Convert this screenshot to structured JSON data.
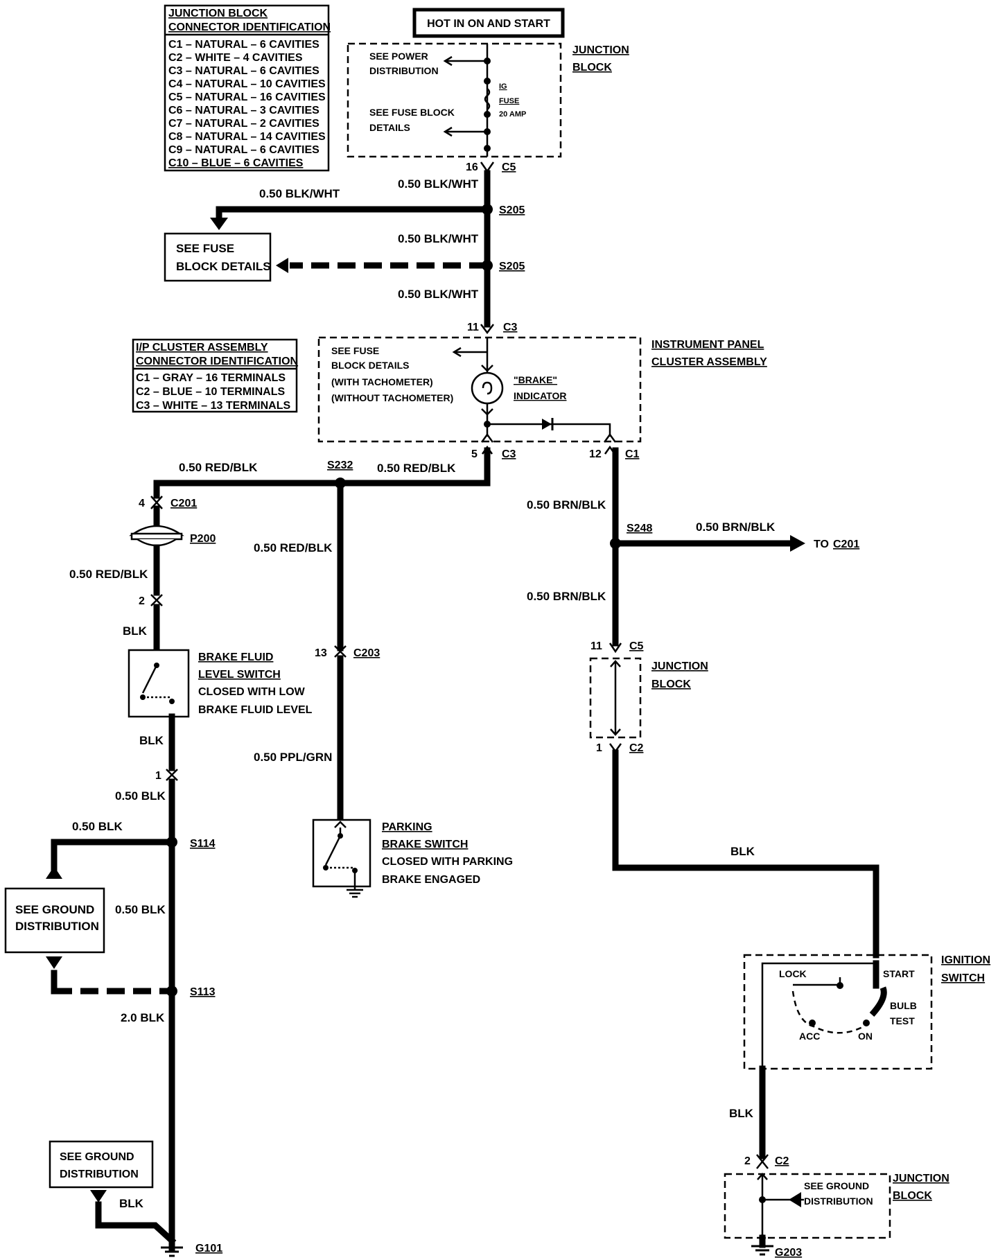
{
  "hot_box": "HOT IN ON AND START",
  "jb_table": {
    "title1": "JUNCTION BLOCK",
    "title2": "CONNECTOR IDENTIFICATION",
    "rows": [
      "C1 – NATURAL – 6 CAVITIES",
      "C2 – WHITE – 4 CAVITIES",
      "C3 – NATURAL – 6 CAVITIES",
      "C4 – NATURAL – 10 CAVITIES",
      "C5 – NATURAL – 16 CAVITIES",
      "C6 – NATURAL – 3 CAVITIES",
      "C7 – NATURAL – 2 CAVITIES",
      "C8 – NATURAL – 14 CAVITIES",
      "C9 – NATURAL – 6 CAVITIES",
      "C10 – BLUE – 6 CAVITIES"
    ]
  },
  "ip_table": {
    "title1": "I/P CLUSTER ASSEMBLY",
    "title2": "CONNECTOR IDENTIFICATION",
    "rows": [
      "C1 – GRAY – 16 TERMINALS",
      "C2 – BLUE – 10 TERMINALS",
      "C3 – WHITE – 13 TERMINALS"
    ]
  },
  "junction_top": {
    "power_1": "SEE POWER",
    "power_2": "DISTRIBUTION",
    "fuseblock_1": "SEE FUSE BLOCK",
    "fuseblock_2": "DETAILS",
    "fuse_1": "IG",
    "fuse_2": "FUSE",
    "fuse_3": "20 AMP",
    "title_1": "JUNCTION",
    "title_2": "BLOCK",
    "pin": "16",
    "conn": "C5"
  },
  "wire_labels": {
    "w1": "0.50 BLK/WHT",
    "w2": "0.50 BLK/WHT",
    "w3": "0.50 BLK/WHT",
    "w4": "0.50 BLK/WHT",
    "rb1": "0.50 RED/BLK",
    "rb2": "0.50 RED/BLK",
    "rb3": "0.50 RED/BLK",
    "rb4": "0.50 RED/BLK",
    "bb1": "0.50 BRN/BLK",
    "bb2": "0.50 BRN/BLK",
    "bb3": "0.50 BRN/BLK",
    "ppl": "0.50 PPL/GRN",
    "blk1": "BLK",
    "blk2": "BLK",
    "blk3": "0.50 BLK",
    "blk4": "0.50 BLK",
    "blk5": "0.50 BLK",
    "blk6": "2.0 BLK",
    "blk7": "BLK",
    "blk8": "BLK",
    "blk9": "BLK"
  },
  "splices": {
    "s205a": "S205",
    "s205b": "S205",
    "s232": "S232",
    "s248": "S248",
    "s114": "S114",
    "s113": "S113"
  },
  "see_fuse_box": {
    "l1": "SEE FUSE",
    "l2": "BLOCK DETAILS"
  },
  "cluster": {
    "pin_top": "11",
    "conn_top": "C3",
    "fuse_1": "SEE FUSE",
    "fuse_2": "BLOCK DETAILS",
    "fuse_3": "(WITH TACHOMETER)",
    "fuse_4": "(WITHOUT TACHOMETER)",
    "ind_1": "\"BRAKE\"",
    "ind_2": "INDICATOR",
    "title_1": "INSTRUMENT PANEL",
    "title_2": "CLUSTER ASSEMBLY",
    "pin_5": "5",
    "conn_5": "C3",
    "pin_12": "12",
    "conn_12": "C1"
  },
  "connectors": {
    "c201_pin": "4",
    "c201": "C201",
    "p200": "P200",
    "p200_pin": "2",
    "c203_pin": "13",
    "c203": "C203",
    "c1_pin": "1",
    "c5_pin": "11",
    "c5": "C5",
    "c2_pin": "1",
    "c2": "C2",
    "c2b_pin": "2",
    "c2b": "C2",
    "to_label": "TO",
    "to_conn": "C201"
  },
  "brake_fluid": {
    "t1": "BRAKE FLUID",
    "t2": "LEVEL SWITCH",
    "d1": "CLOSED WITH LOW",
    "d2": "BRAKE FLUID LEVEL"
  },
  "parking": {
    "t1": "PARKING",
    "t2": "BRAKE SWITCH",
    "d1": "CLOSED WITH PARKING",
    "d2": "BRAKE ENGAGED"
  },
  "junction_mid": {
    "t1": "JUNCTION",
    "t2": "BLOCK"
  },
  "ground_dist_1": {
    "l1": "SEE GROUND",
    "l2": "DISTRIBUTION"
  },
  "ground_dist_2": {
    "l1": "SEE GROUND",
    "l2": "DISTRIBUTION"
  },
  "ignition": {
    "t1": "IGNITION",
    "t2": "SWITCH",
    "lock": "LOCK",
    "start": "START",
    "bulb": "BULB",
    "test": "TEST",
    "acc": "ACC",
    "on": "ON"
  },
  "junction_bottom": {
    "gd1": "SEE GROUND",
    "gd2": "DISTRIBUTION",
    "t1": "JUNCTION",
    "t2": "BLOCK"
  },
  "grounds": {
    "g101": "G101",
    "g203": "G203"
  }
}
